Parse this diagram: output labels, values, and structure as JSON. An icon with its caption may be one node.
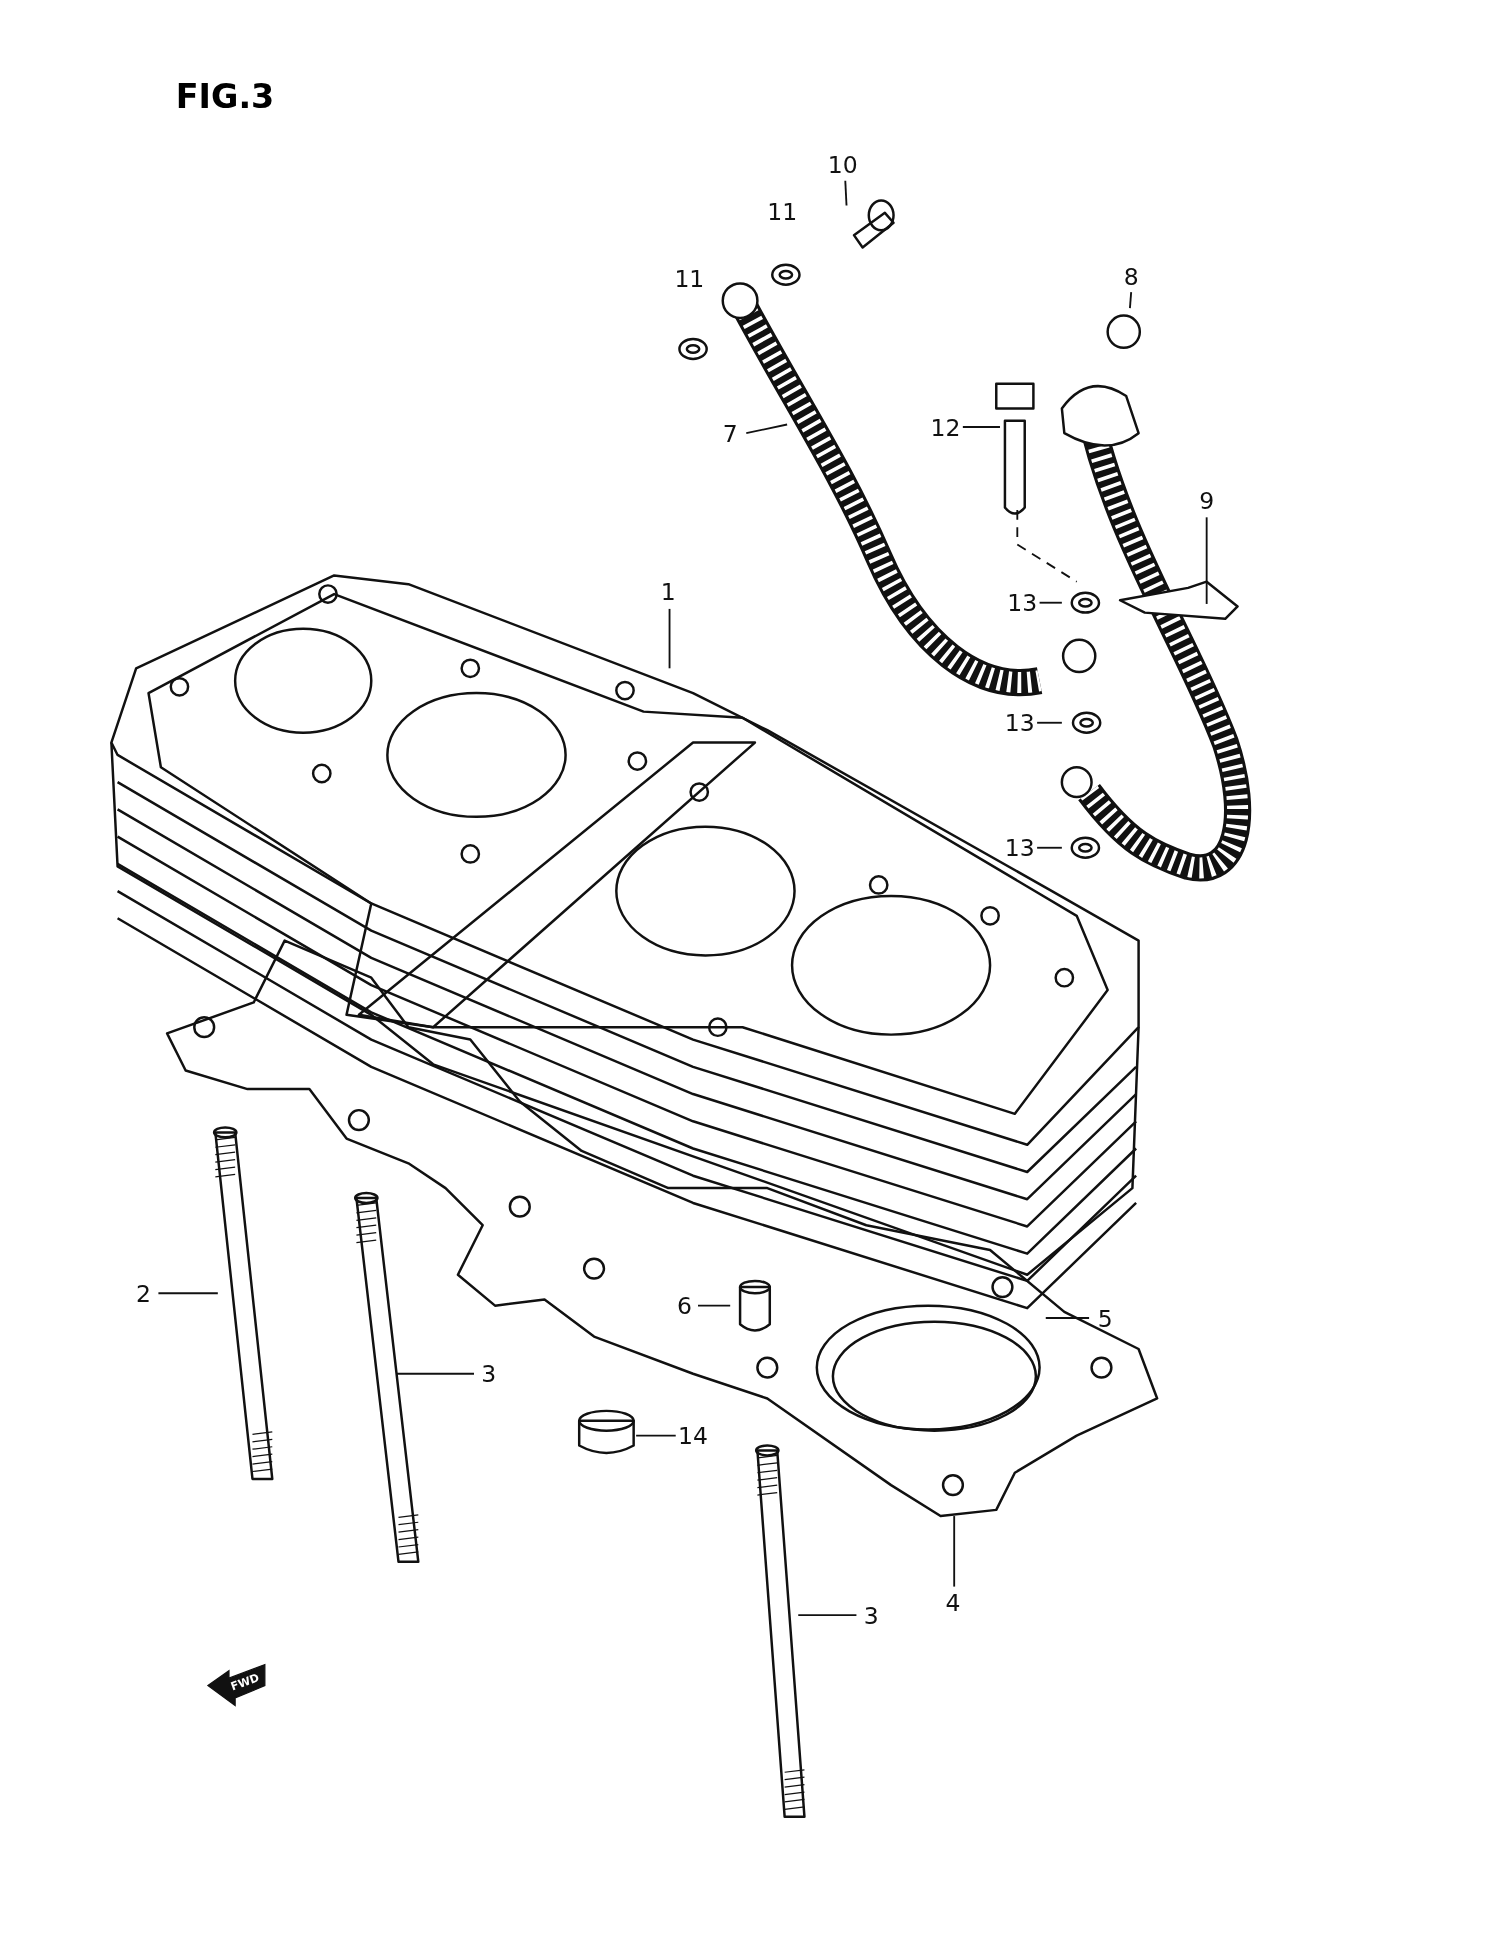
{
  "diagram": {
    "title": "FIG.3",
    "nodes": [
      {
        "text": [
          "10"
        ]
      },
      {
        "text": [
          "8"
        ]
      },
      {
        "text": [
          "12"
        ]
      },
      {
        "text": [
          "7"
        ]
      },
      {
        "text": [
          "9"
        ]
      },
      {
        "text": [
          "1"
        ]
      },
      {
        "text": [
          "13"
        ]
      },
      {
        "text": [
          "13"
        ]
      },
      {
        "text": [
          "13"
        ]
      },
      {
        "text": [
          "2"
        ]
      },
      {
        "text": [
          "6"
        ]
      },
      {
        "text": [
          "5"
        ]
      },
      {
        "text": [
          "3"
        ]
      },
      {
        "text": [
          "14"
        ]
      },
      {
        "text": [
          "3"
        ]
      },
      {
        "text": [
          "4"
        ]
      }
    ],
    "edges": [
      {
        "from": 0,
        "to": null,
        "arrow": "none"
      },
      {
        "from": 1,
        "to": null,
        "arrow": "none"
      },
      {
        "from": 2,
        "to": null,
        "arrow": "none"
      },
      {
        "from": 3,
        "to": null,
        "arrow": "none"
      },
      {
        "from": 4,
        "to": null,
        "arrow": "none"
      },
      {
        "from": 5,
        "to": null,
        "arrow": "none"
      },
      {
        "from": 6,
        "to": null,
        "arrow": "none"
      },
      {
        "from": 7,
        "to": null,
        "arrow": "none"
      },
      {
        "from": 8,
        "to": null,
        "arrow": "none"
      },
      {
        "from": 9,
        "to": null,
        "arrow": "none"
      },
      {
        "from": 10,
        "to": null,
        "arrow": "none"
      },
      {
        "from": 11,
        "to": null,
        "arrow": "none"
      },
      {
        "from": 12,
        "to": null,
        "arrow": "none"
      },
      {
        "from": 13,
        "to": null,
        "arrow": "none"
      },
      {
        "from": 14,
        "to": null,
        "arrow": "none"
      },
      {
        "from": 15,
        "to": null,
        "arrow": "none"
      }
    ],
    "labels": [
      "11",
      "11",
      "FWD"
    ]
  }
}
